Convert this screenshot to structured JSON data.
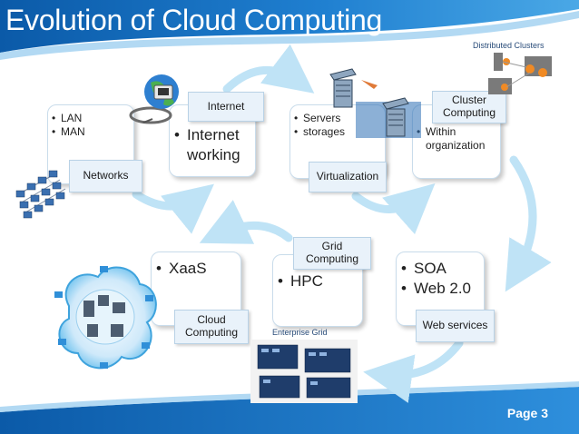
{
  "slide": {
    "title": "Evolution of Cloud Computing",
    "page": "Page 3"
  },
  "colors": {
    "header_blue": "#0b62b4",
    "accent_blue": "#2a87d0",
    "arrow_blue": "#bfe3f6",
    "tag_fill": "#e9f2fa"
  },
  "stages": {
    "networks": {
      "bullets": [
        "LAN",
        "MAN"
      ],
      "label": "Networks"
    },
    "internet": {
      "bullets": [
        "Internet working"
      ],
      "label": "Internet"
    },
    "virtualization": {
      "bullets": [
        "Servers",
        "storages"
      ],
      "label": "Virtualization"
    },
    "cluster": {
      "bullets": [
        "Within organization"
      ],
      "label": "Cluster Computing"
    },
    "web": {
      "bullets": [
        "SOA",
        "Web 2.0"
      ],
      "label": "Web services"
    },
    "grid": {
      "bullets": [
        "HPC"
      ],
      "label": "Grid Computing"
    },
    "cloud": {
      "bullets": [
        "XaaS"
      ],
      "label": "Cloud Computing"
    }
  },
  "captions": {
    "distributed": "Distributed Clusters",
    "enterprise": "Enterprise  Grid"
  },
  "icons": [
    "network-computers-icon",
    "globe-network-icon",
    "server-virtualization-icon",
    "distributed-clusters-icon",
    "enterprise-grid-icon",
    "cloud-network-icon"
  ]
}
